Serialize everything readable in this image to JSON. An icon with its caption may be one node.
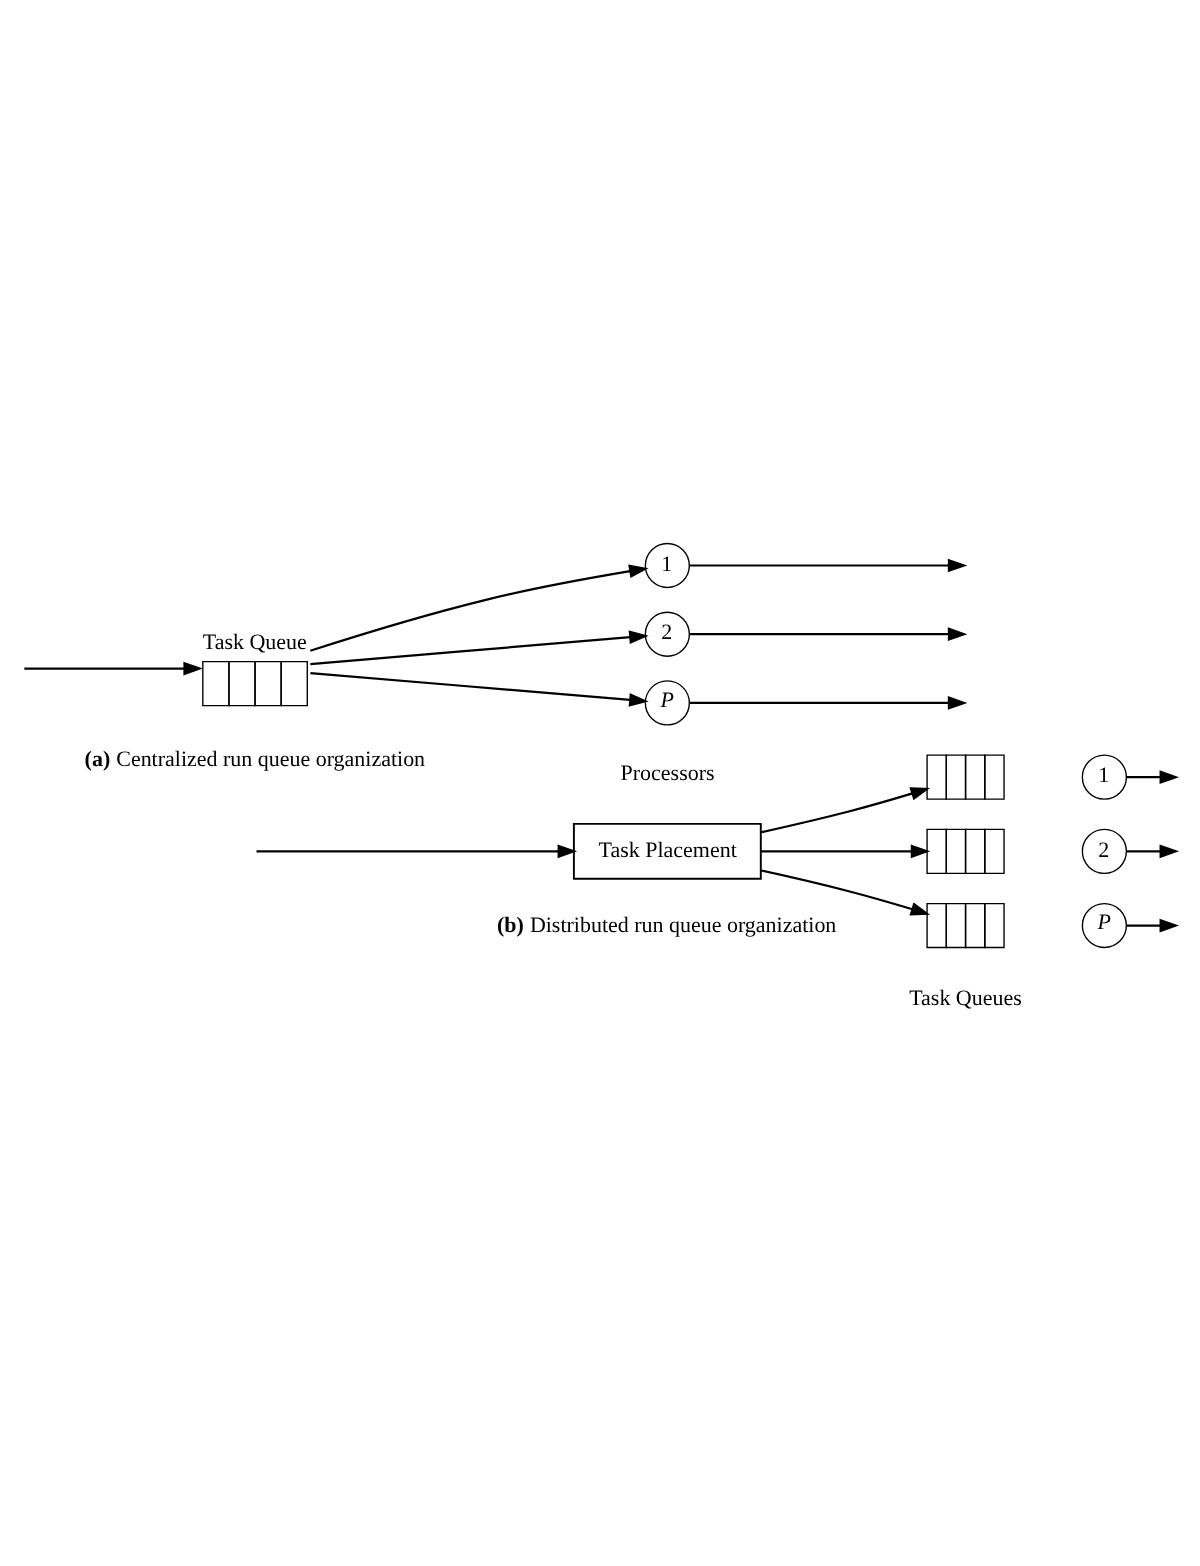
{
  "diagram": {
    "nodes": [
      {
        "text": [
          "Task Queue"
        ]
      },
      {
        "text": [
          "1"
        ]
      },
      {
        "text": [
          "2"
        ]
      },
      {
        "text": [
          "P"
        ]
      },
      {
        "text": [
          "Task Placement"
        ]
      },
      {
        "text": [],
        "shape": "box"
      },
      {
        "text": [],
        "shape": "box"
      },
      {
        "text": [],
        "shape": "box"
      },
      {
        "text": [
          "1"
        ]
      },
      {
        "text": [
          "2"
        ]
      },
      {
        "text": [
          "P"
        ]
      }
    ],
    "edges": [
      {
        "from": null,
        "to": 0,
        "arrow": "to"
      },
      {
        "from": 0,
        "to": 1,
        "arrow": "to"
      },
      {
        "from": 0,
        "to": 2,
        "arrow": "to"
      },
      {
        "from": 0,
        "to": 3,
        "arrow": "to"
      },
      {
        "from": 1,
        "to": null,
        "arrow": "to"
      },
      {
        "from": 2,
        "to": null,
        "arrow": "to"
      },
      {
        "from": 3,
        "to": null,
        "arrow": "to"
      },
      {
        "from": null,
        "to": 4,
        "arrow": "to"
      },
      {
        "from": 4,
        "to": 5,
        "arrow": "to"
      },
      {
        "from": 4,
        "to": 6,
        "arrow": "to"
      },
      {
        "from": 4,
        "to": 7,
        "arrow": "to"
      },
      {
        "from": 8,
        "to": null,
        "arrow": "to"
      },
      {
        "from": 9,
        "to": null,
        "arrow": "to"
      },
      {
        "from": 10,
        "to": null,
        "arrow": "to"
      }
    ],
    "labels": [
      "Processors",
      "**(a)** Centralized run queue organization",
      "Task Queues",
      "**(b)** Distributed run queue organization"
    ]
  }
}
